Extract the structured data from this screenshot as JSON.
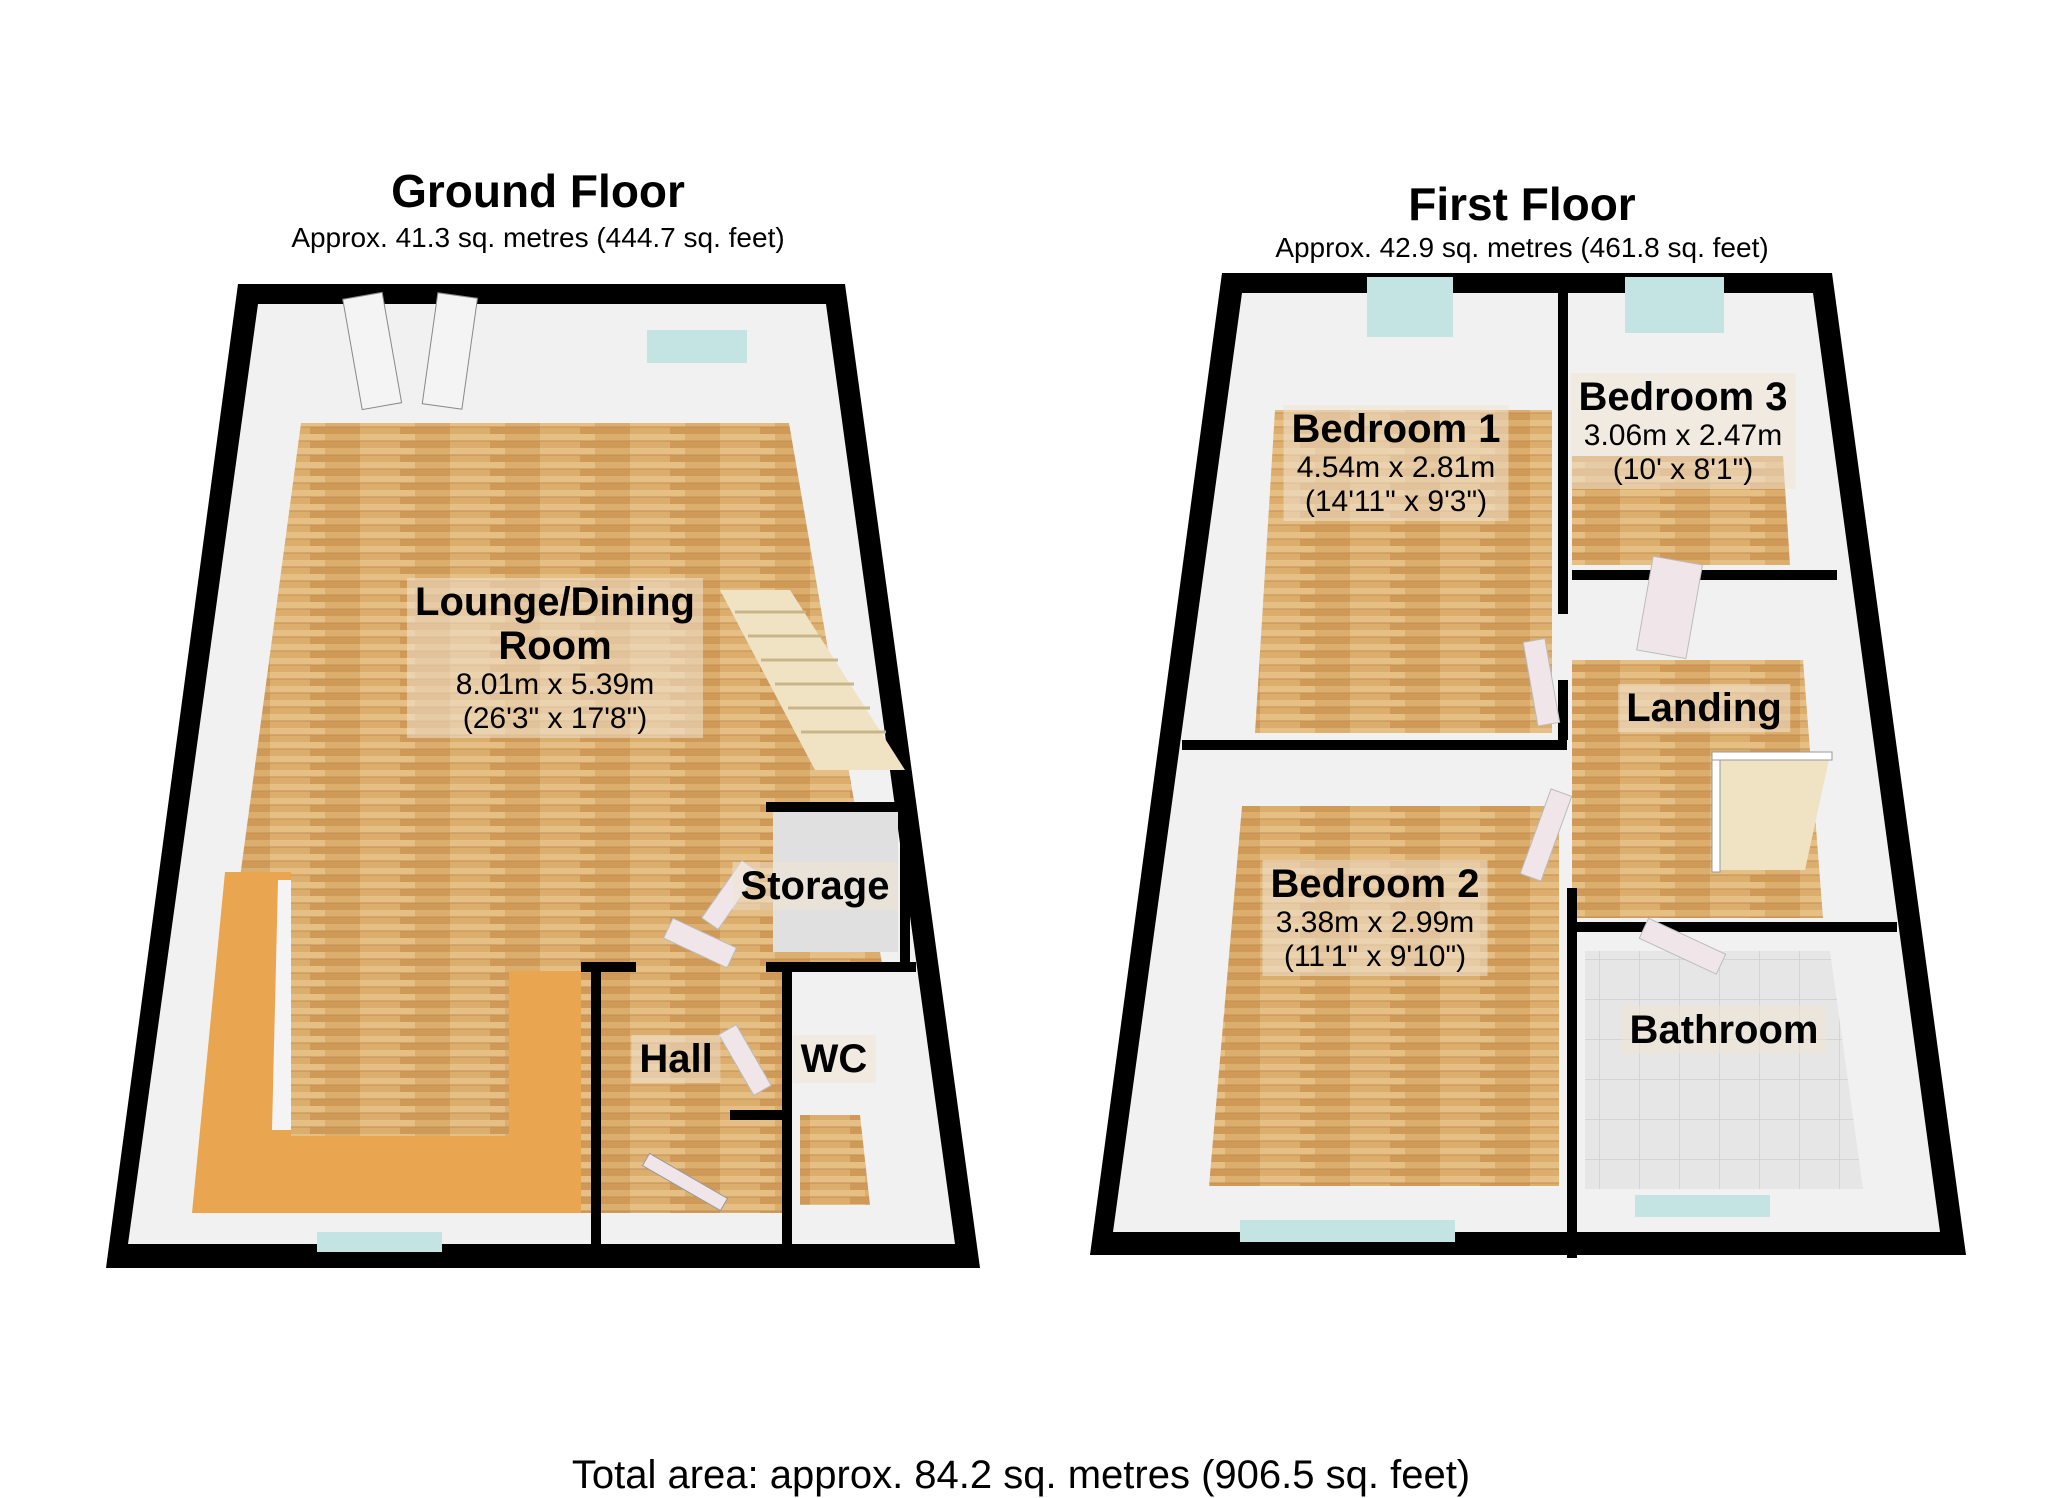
{
  "ground_floor": {
    "title": "Ground Floor",
    "area": "Approx. 41.3 sq. metres (444.7 sq. feet)",
    "rooms": [
      {
        "name": "Lounge/Dining",
        "name2": "Room",
        "metric": "8.01m x 5.39m",
        "imperial": "(26'3\" x 17'8\")"
      },
      {
        "name": "Storage"
      },
      {
        "name": "Hall"
      },
      {
        "name": "WC"
      }
    ]
  },
  "first_floor": {
    "title": "First Floor",
    "area": "Approx. 42.9 sq. metres (461.8 sq. feet)",
    "rooms": [
      {
        "name": "Bedroom 1",
        "metric": "4.54m x 2.81m",
        "imperial": "(14'11\" x 9'3\")"
      },
      {
        "name": "Bedroom 3",
        "metric": "3.06m x 2.47m",
        "imperial": "(10' x 8'1\")"
      },
      {
        "name": "Landing"
      },
      {
        "name": "Bedroom 2",
        "metric": "3.38m x 2.99m",
        "imperial": "(11'1\" x 9'10\")"
      },
      {
        "name": "Bathroom"
      }
    ]
  },
  "total_area": "Total area: approx. 84.2 sq. metres (906.5 sq. feet)",
  "colors": {
    "wall": "#000000",
    "floor": "#d9a865",
    "counter": "#e9a550",
    "tile": "#e4e4e4",
    "window": "#c4e3e3"
  }
}
